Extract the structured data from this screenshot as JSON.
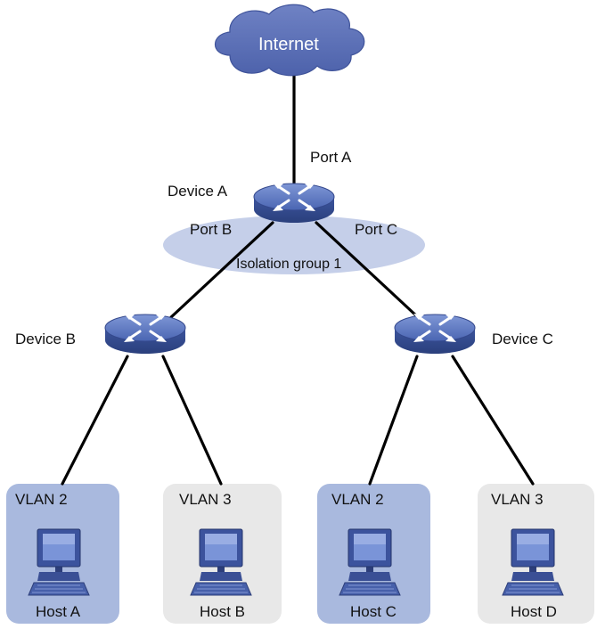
{
  "cloud": {
    "label": "Internet"
  },
  "devices": {
    "a": {
      "label": "Device A"
    },
    "b": {
      "label": "Device B"
    },
    "c": {
      "label": "Device C"
    }
  },
  "ports": {
    "a": "Port A",
    "b": "Port B",
    "c": "Port C"
  },
  "isolation_group": {
    "label": "Isolation group 1"
  },
  "hosts": [
    {
      "vlan": "VLAN 2",
      "name": "Host A"
    },
    {
      "vlan": "VLAN 3",
      "name": "Host B"
    },
    {
      "vlan": "VLAN 2",
      "name": "Host C"
    },
    {
      "vlan": "VLAN 3",
      "name": "Host D"
    }
  ],
  "colors": {
    "vlan2_bg": "#a9b9de",
    "vlan3_bg": "#e8e8e8",
    "isolation_group_bg": "#c5cfe9",
    "device_blue": "#4a65b2",
    "cloud_blue": "#5b6fb5",
    "link": "#000000"
  }
}
